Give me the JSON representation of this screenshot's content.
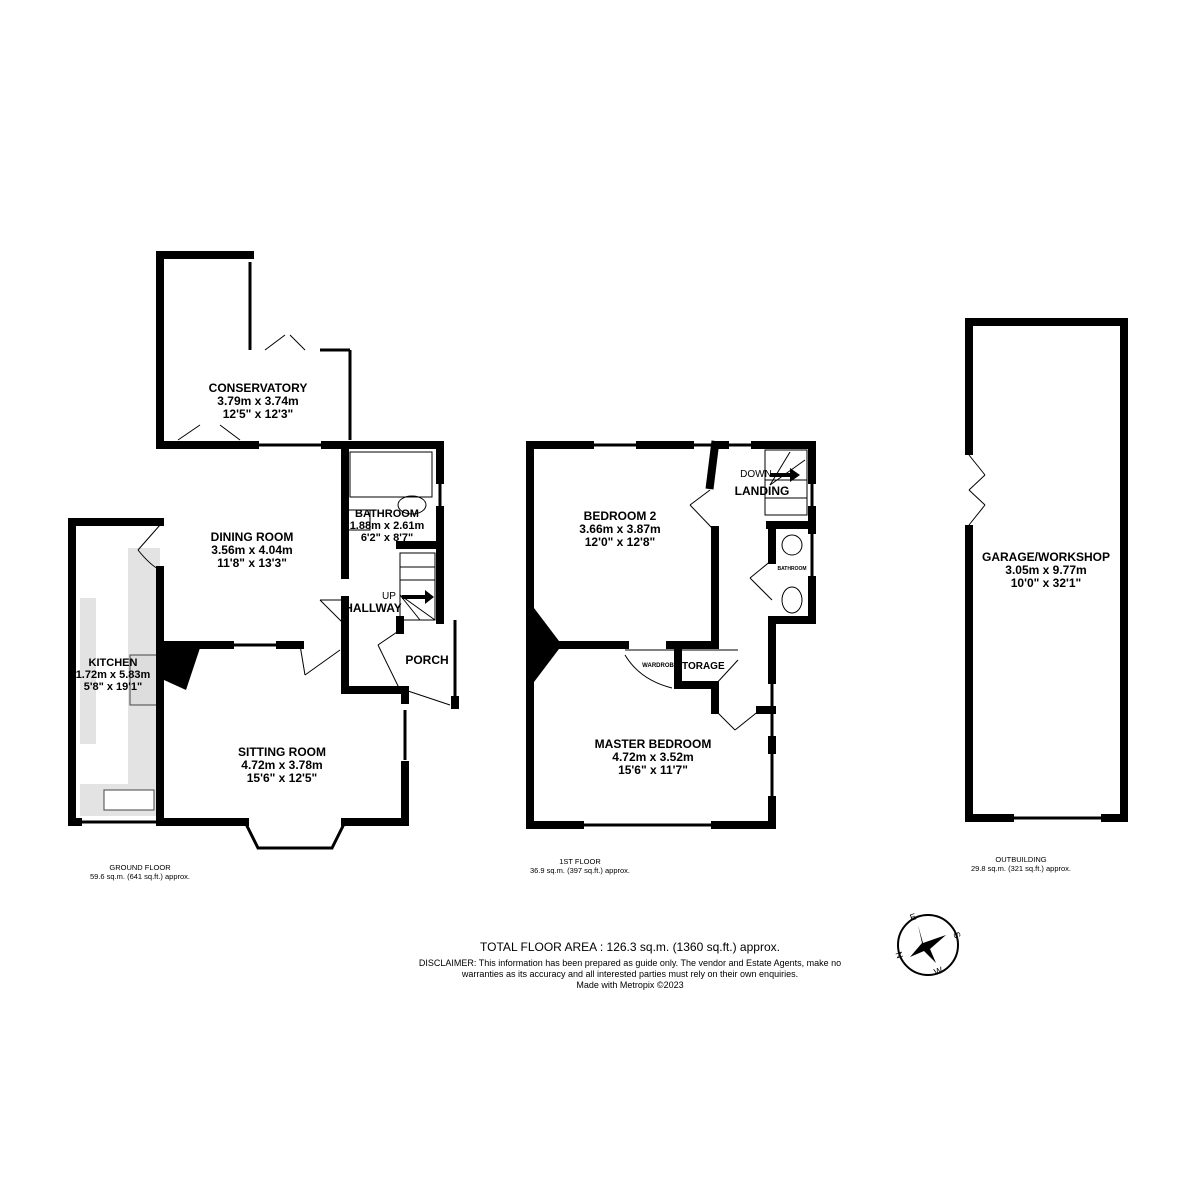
{
  "ground_floor": {
    "caption": "GROUND FLOOR",
    "area": "59.6 sq.m. (641 sq.ft.) approx.",
    "rooms": [
      {
        "name": "CONSERVATORY",
        "metric": "3.79m  x 3.74m",
        "imperial": "12'5\"  x 12'3\""
      },
      {
        "name": "DINING ROOM",
        "metric": "3.56m  x 4.04m",
        "imperial": "11'8\"  x 13'3\""
      },
      {
        "name": "BATHROOM",
        "metric": "1.88m  x 2.61m",
        "imperial": "6'2\"  x 8'7\""
      },
      {
        "name": "KITCHEN",
        "metric": "1.72m  x 5.83m",
        "imperial": "5'8\"  x 19'1\""
      },
      {
        "name": "SITTING ROOM",
        "metric": "4.72m  x 3.78m",
        "imperial": "15'6\"  x 12'5\""
      },
      {
        "name": "HALLWAY"
      },
      {
        "name": "PORCH"
      }
    ],
    "stairs_label": "UP"
  },
  "first_floor": {
    "caption": "1ST FLOOR",
    "area": "36.9 sq.m. (397 sq.ft.) approx.",
    "rooms": [
      {
        "name": "BEDROOM 2",
        "metric": "3.66m  x 3.87m",
        "imperial": "12'0\"  x 12'8\""
      },
      {
        "name": "LANDING"
      },
      {
        "name": "BATHROOM"
      },
      {
        "name": "MASTER BEDROOM",
        "metric": "4.72m  x 3.52m",
        "imperial": "15'6\"  x 11'7\""
      },
      {
        "name": "WARDROBE"
      },
      {
        "name": "STORAGE"
      }
    ],
    "stairs_label": "DOWN"
  },
  "outbuilding": {
    "caption": "OUTBUILDING",
    "area": "29.8 sq.m. (321 sq.ft.) approx.",
    "rooms": [
      {
        "name": "GARAGE/WORKSHOP",
        "metric": "3.05m  x 9.77m",
        "imperial": "10'0\"  x 32'1\""
      }
    ]
  },
  "footer": {
    "total": "TOTAL FLOOR AREA : 126.3 sq.m. (1360 sq.ft.) approx.",
    "disclaimer_1": "DISCLAIMER: This information has been prepared as guide only. The vendor and Estate Agents,  make no",
    "disclaimer_2": "warranties as its accuracy and all interested parties must rely on their own enquiries.",
    "credit": "Made with Metropix ©2023"
  },
  "compass": {
    "icon": "compass-rose-icon",
    "labels": [
      "N",
      "E",
      "S",
      "W"
    ]
  },
  "colors": {
    "wall": "#000000",
    "fitted_units": "#e3e3e3",
    "background": "#ffffff"
  }
}
